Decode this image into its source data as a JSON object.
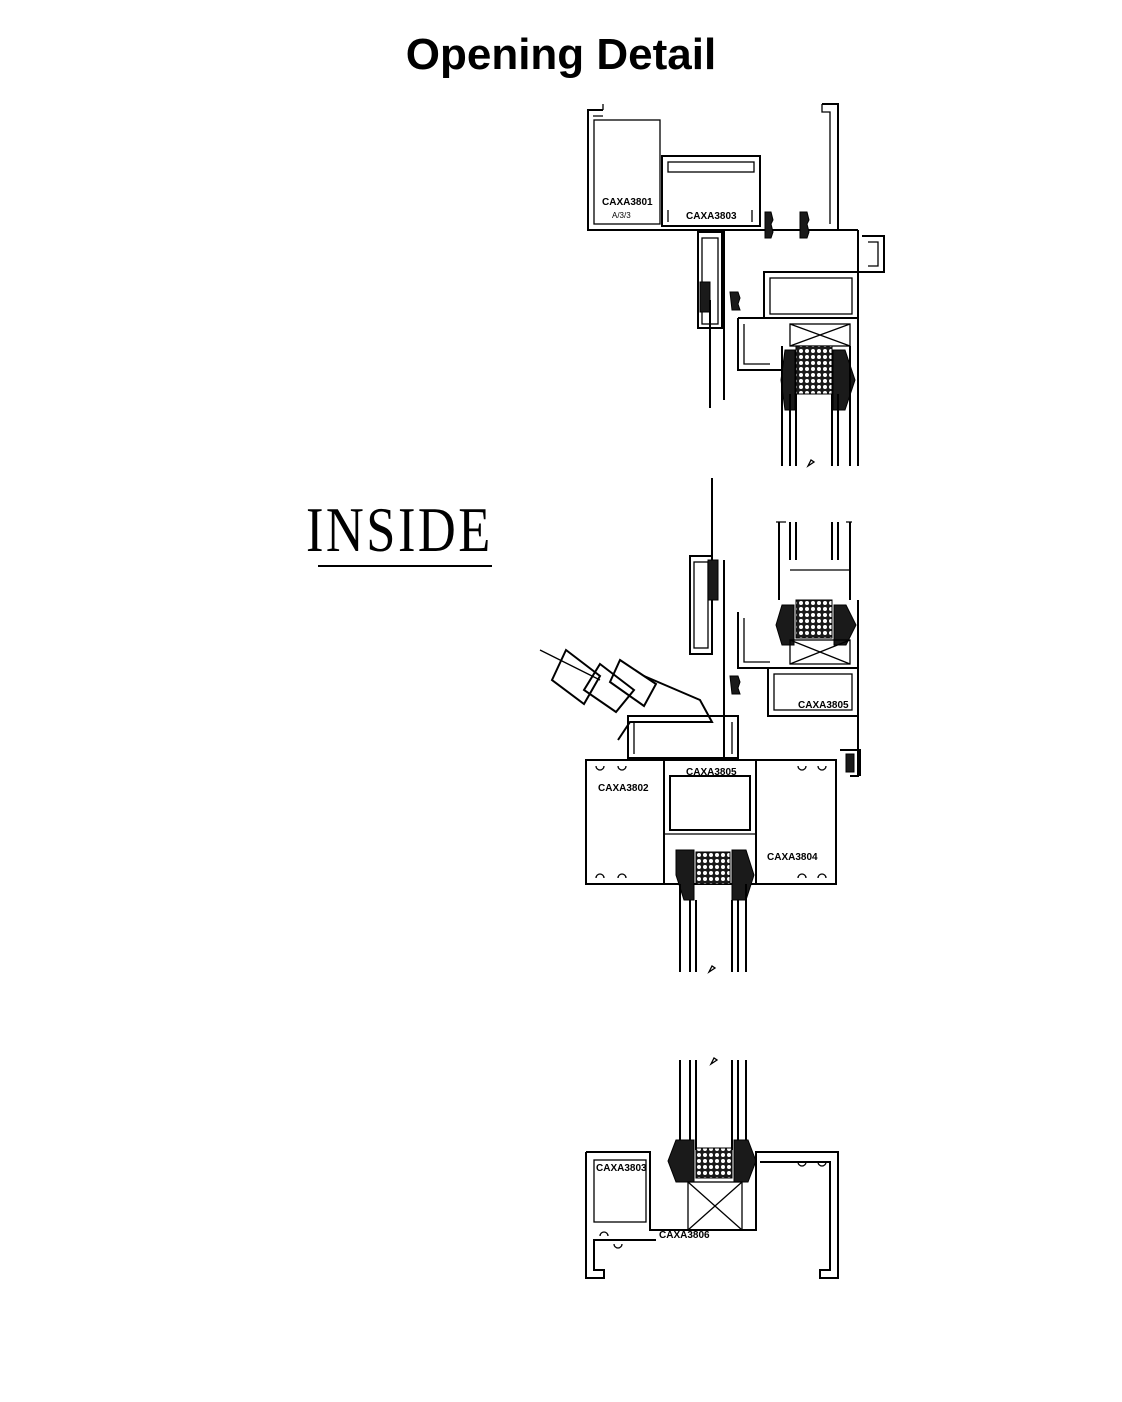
{
  "title": "Opening Detail",
  "side_label": "INSIDE",
  "profiles": {
    "top_frame": "CAXA3801",
    "top_frame_note": "A/3/3",
    "top_sash": "CAXA3803",
    "mid_vent": "CAXA3805",
    "mid_left": "CAXA3802",
    "mid_center": "CAXA3805",
    "mid_right": "CAXA3804",
    "bottom_frame": "CAXA3803",
    "bottom_bead": "CAXA3806"
  }
}
